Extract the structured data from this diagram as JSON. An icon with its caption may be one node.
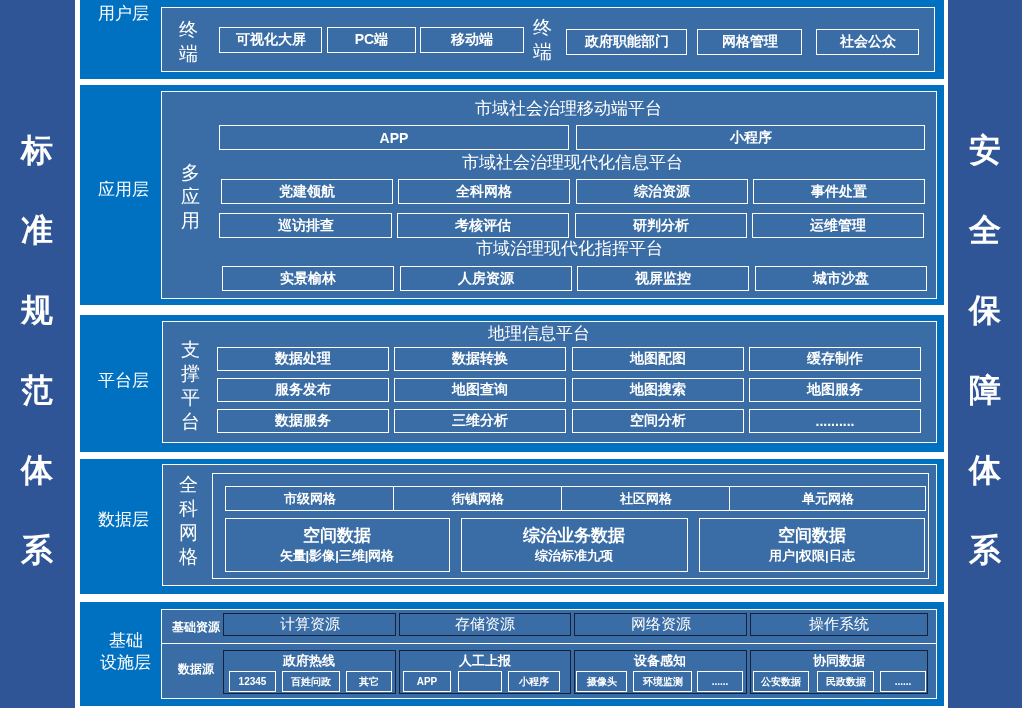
{
  "diagram": {
    "nodes": [
      {
        "text": [
          "标准规范体系"
        ]
      },
      {
        "text": [
          "用户层"
        ]
      },
      {
        "text": [
          "终端",
          "终端"
        ],
        "in": 1
      },
      {
        "text": [
          "可视化大屏"
        ],
        "in": 2
      },
      {
        "text": [
          "PC端"
        ],
        "in": 2
      },
      {
        "text": [
          "移动端"
        ],
        "in": 2
      },
      {
        "text": [
          "政府职能部门"
        ],
        "in": 2
      },
      {
        "text": [
          "网格管理"
        ],
        "in": 2
      },
      {
        "text": [
          "社会公众"
        ],
        "in": 2
      },
      {
        "text": [
          "应用层"
        ]
      },
      {
        "text": [
          "多应用",
          "市域社会治理移动端平台",
          "市域社会治理现代化信息平台",
          "市域治理现代化指挥平台"
        ],
        "in": 9
      },
      {
        "text": [
          "APP"
        ],
        "in": 10
      },
      {
        "text": [
          "小程序"
        ],
        "in": 10
      },
      {
        "text": [
          "党建领航"
        ],
        "in": 10
      },
      {
        "text": [
          "全科网格"
        ],
        "in": 10
      },
      {
        "text": [
          "综治资源"
        ],
        "in": 10
      },
      {
        "text": [
          "事件处置"
        ],
        "in": 10
      },
      {
        "text": [
          "巡访排查"
        ],
        "in": 10
      },
      {
        "text": [
          "考核评估"
        ],
        "in": 10
      },
      {
        "text": [
          "研判分析"
        ],
        "in": 10
      },
      {
        "text": [
          "运维管理"
        ],
        "in": 10
      },
      {
        "text": [
          "实景榆林"
        ],
        "in": 10
      },
      {
        "text": [
          "人房资源"
        ],
        "in": 10
      },
      {
        "text": [
          "视屏监控"
        ],
        "in": 10
      },
      {
        "text": [
          "城市沙盘"
        ],
        "in": 10
      },
      {
        "text": [
          "平台层"
        ]
      },
      {
        "text": [
          "支撑平台",
          "地理信息平台"
        ],
        "in": 25
      },
      {
        "text": [
          "数据处理"
        ],
        "in": 26
      },
      {
        "text": [
          "数据转换"
        ],
        "in": 26
      },
      {
        "text": [
          "地图配图"
        ],
        "in": 26
      },
      {
        "text": [
          "缓存制作"
        ],
        "in": 26
      },
      {
        "text": [
          "服务发布"
        ],
        "in": 26
      },
      {
        "text": [
          "地图查询"
        ],
        "in": 26
      },
      {
        "text": [
          "地图搜索"
        ],
        "in": 26
      },
      {
        "text": [
          "地图服务"
        ],
        "in": 26
      },
      {
        "text": [
          "数据服务"
        ],
        "in": 26
      },
      {
        "text": [
          "三维分析"
        ],
        "in": 26
      },
      {
        "text": [
          "空间分析"
        ],
        "in": 26
      },
      {
        "text": [
          ".........."
        ],
        "in": 26
      },
      {
        "text": [
          "数据层"
        ]
      },
      {
        "text": [
          "全科网格"
        ],
        "in": 39
      },
      {
        "text": [],
        "shape": "box",
        "in": 40
      },
      {
        "text": [
          "市级网格"
        ],
        "in": 41
      },
      {
        "text": [
          "街镇网格"
        ],
        "in": 41
      },
      {
        "text": [
          "社区网格"
        ],
        "in": 41
      },
      {
        "text": [
          "单元网格"
        ],
        "in": 41
      },
      {
        "text": [
          "空间数据",
          "矢量|影像|三维|网格"
        ],
        "in": 41
      },
      {
        "text": [
          "综治业务数据",
          "综治标准九项"
        ],
        "in": 41
      },
      {
        "text": [
          "空间数据",
          "用户|权限|日志"
        ],
        "in": 41
      },
      {
        "text": [
          "基础设施层"
        ]
      },
      {
        "text": [
          "基础资源",
          "数据源"
        ],
        "in": 49
      },
      {
        "text": [
          "计算资源"
        ],
        "in": 50
      },
      {
        "text": [
          "存储资源"
        ],
        "in": 50
      },
      {
        "text": [
          "网络资源"
        ],
        "in": 50
      },
      {
        "text": [
          "操作系统"
        ],
        "in": 50
      },
      {
        "text": [
          "政府热线"
        ],
        "in": 50
      },
      {
        "text": [
          "12345"
        ],
        "in": 55
      },
      {
        "text": [
          "百姓问政"
        ],
        "in": 55
      },
      {
        "text": [
          "其它"
        ],
        "in": 55
      },
      {
        "text": [
          "人工上报"
        ],
        "in": 50
      },
      {
        "text": [
          "APP"
        ],
        "in": 59
      },
      {
        "text": [],
        "shape": "box",
        "in": 59
      },
      {
        "text": [
          "小程序"
        ],
        "in": 59
      },
      {
        "text": [
          "设备感知"
        ],
        "in": 50
      },
      {
        "text": [
          "摄像头"
        ],
        "in": 63
      },
      {
        "text": [
          "环境监测"
        ],
        "in": 63
      },
      {
        "text": [
          "......"
        ],
        "in": 63
      },
      {
        "text": [
          "协同数据"
        ],
        "in": 50
      },
      {
        "text": [
          "公安数据"
        ],
        "in": 67
      },
      {
        "text": [
          "民政数据"
        ],
        "in": 67
      },
      {
        "text": [
          "......"
        ],
        "in": 67
      },
      {
        "text": [
          "安全保障体系"
        ]
      }
    ]
  }
}
